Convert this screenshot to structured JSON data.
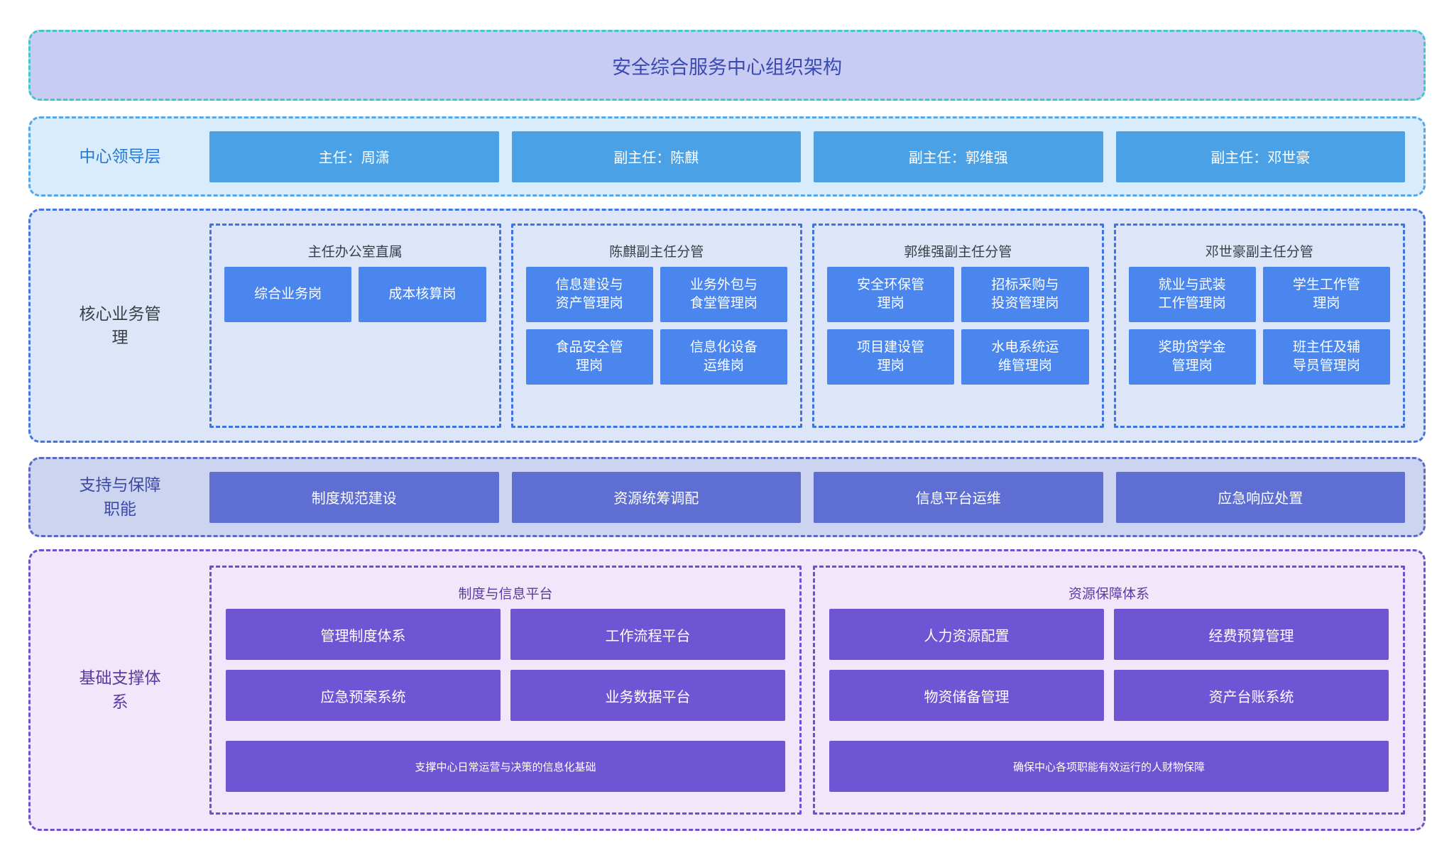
{
  "title": "安全综合服务中心组织架构",
  "colors": {
    "title_bg": "#c8ccf2",
    "title_border": "#3ec9c4",
    "leadership_bg": "#d8ecfc",
    "leadership_box": "#4aa1e6",
    "core_bg": "#dce6f8",
    "core_box": "#4a86ee",
    "support_bg": "#cdd4f0",
    "support_box": "#5e6ed3",
    "base_bg": "#f2e7fa",
    "base_box": "#6d55d4"
  },
  "sections": {
    "leadership": {
      "label": "中心领导层",
      "boxes": [
        "主任：周潇",
        "副主任：陈麒",
        "副主任：郭维强",
        "副主任：邓世豪"
      ]
    },
    "core": {
      "label": "核心业务管\n理",
      "groups": [
        {
          "header": "主任办公室直属",
          "boxes": [
            "综合业务岗",
            "成本核算岗"
          ]
        },
        {
          "header": "陈麒副主任分管",
          "boxes": [
            "信息建设与\n资产管理岗",
            "业务外包与\n食堂管理岗",
            "食品安全管\n理岗",
            "信息化设备\n运维岗"
          ]
        },
        {
          "header": "郭维强副主任分管",
          "boxes": [
            "安全环保管\n理岗",
            "招标采购与\n投资管理岗",
            "项目建设管\n理岗",
            "水电系统运\n维管理岗"
          ]
        },
        {
          "header": "邓世豪副主任分管",
          "boxes": [
            "就业与武装\n工作管理岗",
            "学生工作管\n理岗",
            "奖助贷学金\n管理岗",
            "班主任及辅\n导员管理岗"
          ]
        }
      ]
    },
    "support": {
      "label": "支持与保障\n职能",
      "boxes": [
        "制度规范建设",
        "资源统筹调配",
        "信息平台运维",
        "应急响应处置"
      ]
    },
    "base": {
      "label": "基础支撑体\n系",
      "groups": [
        {
          "header": "制度与信息平台",
          "boxes": [
            "管理制度体系",
            "工作流程平台",
            "应急预案系统",
            "业务数据平台"
          ],
          "footer": "支撑中心日常运营与决策的信息化基础"
        },
        {
          "header": "资源保障体系",
          "boxes": [
            "人力资源配置",
            "经费预算管理",
            "物资储备管理",
            "资产台账系统"
          ],
          "footer": "确保中心各项职能有效运行的人财物保障"
        }
      ]
    }
  }
}
